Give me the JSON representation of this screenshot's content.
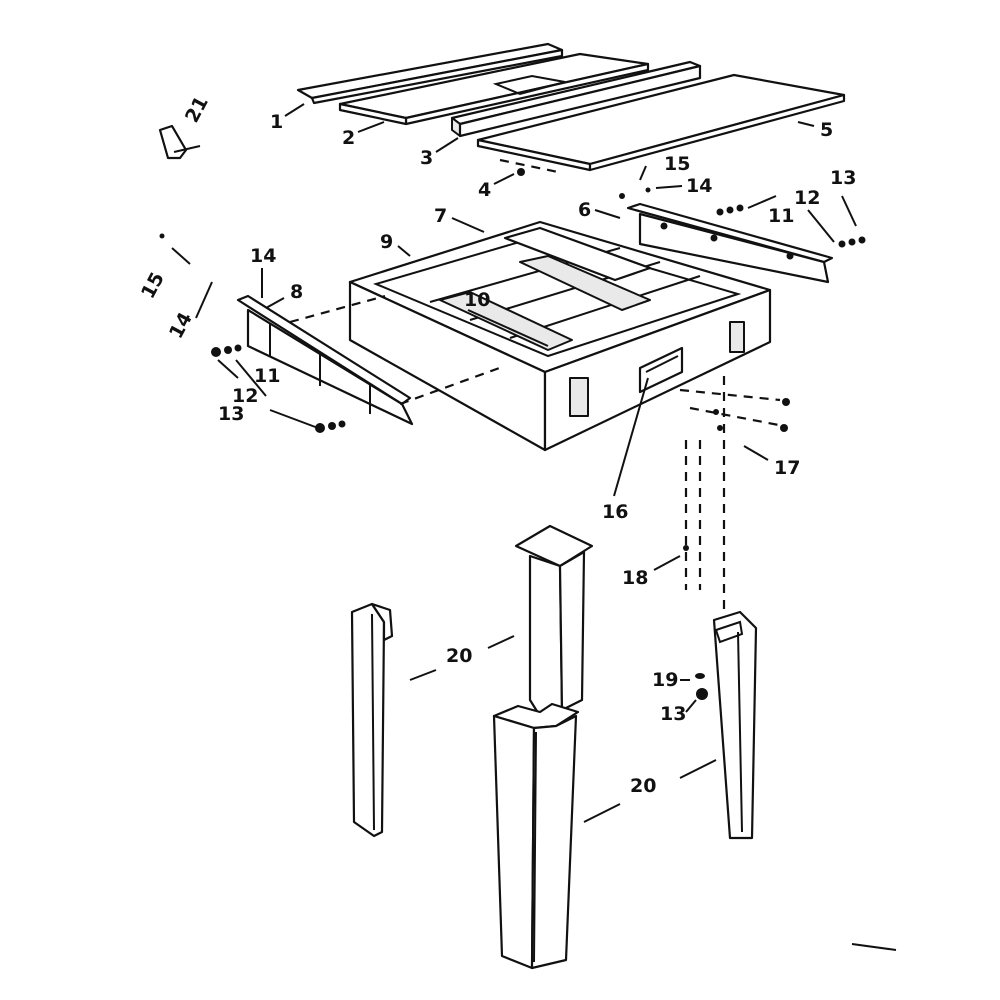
{
  "callouts": {
    "c1": "1",
    "c2": "2",
    "c3": "3",
    "c4": "4",
    "c5": "5",
    "c6": "6",
    "c7": "7",
    "c8": "8",
    "c9": "9",
    "c10": "10",
    "c11a": "11",
    "c11b": "11",
    "c12a": "12",
    "c12b": "12",
    "c13a": "13",
    "c13b": "13",
    "c13c": "13",
    "c14a": "14",
    "c14b": "14",
    "c14c": "14",
    "c15a": "15",
    "c15b": "15",
    "c16": "16",
    "c17": "17",
    "c18": "18",
    "c19": "19",
    "c20a": "20",
    "c20b": "20",
    "c21": "21"
  }
}
